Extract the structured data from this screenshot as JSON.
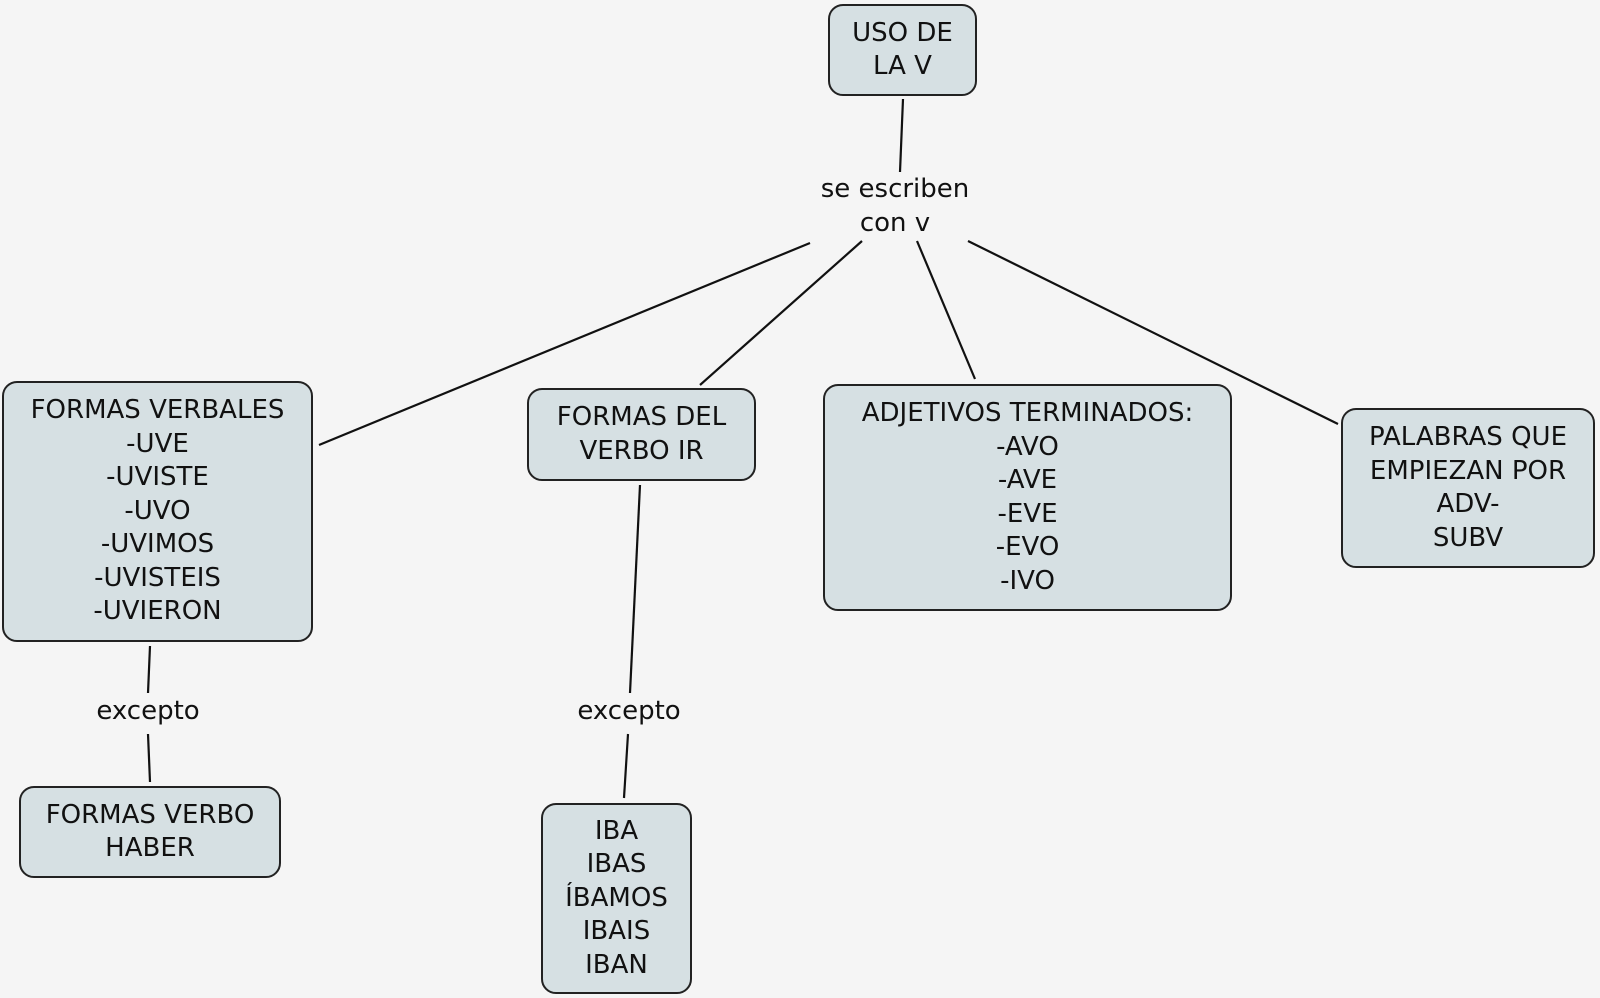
{
  "concept_map": {
    "root": {
      "lines": [
        "USO DE",
        "LA V"
      ]
    },
    "link_root": {
      "lines": [
        "se escriben",
        "con v"
      ]
    },
    "formas_verbales": {
      "lines": [
        "FORMAS VERBALES",
        "-UVE",
        "-UVISTE",
        "-UVO",
        "-UVIMOS",
        "-UVISTEIS",
        "-UVIERON"
      ]
    },
    "formas_ir": {
      "lines": [
        "FORMAS DEL",
        "VERBO IR"
      ]
    },
    "adjetivos": {
      "lines": [
        "ADJETIVOS TERMINADOS:",
        "-AVO",
        "-AVE",
        "-EVE",
        "-EVO",
        "-IVO"
      ]
    },
    "palabras": {
      "lines": [
        "PALABRAS QUE",
        "EMPIEZAN POR",
        "ADV-",
        "SUBV"
      ]
    },
    "excepto_1": {
      "lines": [
        "excepto"
      ]
    },
    "excepto_2": {
      "lines": [
        "excepto"
      ]
    },
    "haber": {
      "lines": [
        "FORMAS VERBO",
        "HABER"
      ]
    },
    "iba": {
      "lines": [
        "IBA",
        "IBAS",
        "ÍBAMOS",
        "IBAIS",
        "IBAN"
      ]
    }
  }
}
